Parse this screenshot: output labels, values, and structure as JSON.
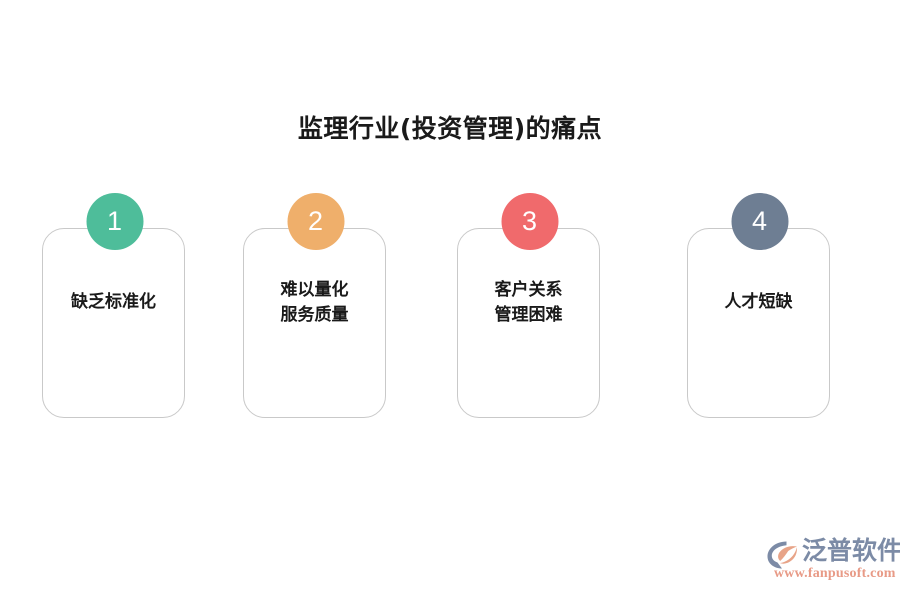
{
  "page": {
    "title": "监理行业(投资管理)的痛点",
    "background_color": "#ffffff",
    "title_color": "#1a1a1a"
  },
  "cards": [
    {
      "number": "1",
      "badge_color": "#4ebd9a",
      "lines": [
        "缺乏标准化"
      ],
      "card_border_color": "#c9c9c9"
    },
    {
      "number": "2",
      "badge_color": "#efaf6b",
      "lines": [
        "难以量化",
        "服务质量"
      ],
      "card_border_color": "#c9c9c9"
    },
    {
      "number": "3",
      "badge_color": "#f06a6c",
      "lines": [
        "客户关系",
        "管理困难"
      ],
      "card_border_color": "#c9c9c9"
    },
    {
      "number": "4",
      "badge_color": "#6e7e93",
      "lines": [
        "人才短缺"
      ],
      "card_border_color": "#c9c9c9"
    }
  ],
  "logo": {
    "brand_name": "泛普软件",
    "url": "www.fanpusoft.com",
    "mark_icon": "fanpu-logo-icon",
    "brand_color": "#7c8ba6",
    "accent_color": "#e89a86"
  }
}
